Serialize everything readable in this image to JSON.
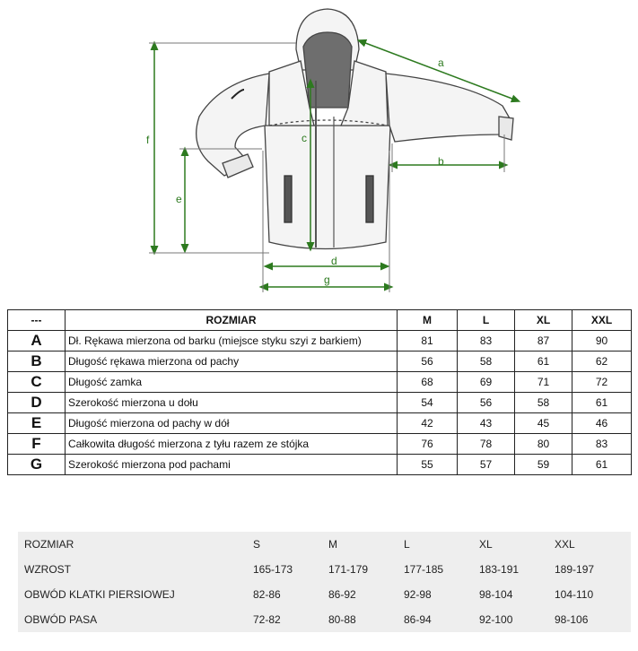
{
  "diagram": {
    "labels": {
      "a": "a",
      "b": "b",
      "c": "c",
      "d": "d",
      "e": "e",
      "f": "f",
      "g": "g"
    },
    "line_color": "#2d7a1f"
  },
  "size_table": {
    "headers": [
      "---",
      "ROZMIAR",
      "M",
      "L",
      "XL",
      "XXL"
    ],
    "rows": [
      {
        "letter": "A",
        "desc": "Dł. Rękawa mierzona od barku (miejsce styku szyi z barkiem)",
        "values": [
          "81",
          "83",
          "87",
          "90"
        ]
      },
      {
        "letter": "B",
        "desc": "Długość rękawa mierzona od pachy",
        "values": [
          "56",
          "58",
          "61",
          "62"
        ]
      },
      {
        "letter": "C",
        "desc": "Długość zamka",
        "values": [
          "68",
          "69",
          "71",
          "72"
        ]
      },
      {
        "letter": "D",
        "desc": "Szerokość mierzona u dołu",
        "values": [
          "54",
          "56",
          "58",
          "61"
        ]
      },
      {
        "letter": "E",
        "desc": "Długość mierzona od pachy w dół",
        "values": [
          "42",
          "43",
          "45",
          "46"
        ]
      },
      {
        "letter": "F",
        "desc": "Całkowita długość mierzona z tyłu razem ze stójka",
        "values": [
          "76",
          "78",
          "80",
          "83"
        ]
      },
      {
        "letter": "G",
        "desc": "Szerokość mierzona pod pachami",
        "values": [
          "55",
          "57",
          "59",
          "61"
        ]
      }
    ]
  },
  "body_table": {
    "headers": [
      "ROZMIAR",
      "S",
      "M",
      "L",
      "XL",
      "XXL"
    ],
    "rows": [
      [
        "WZROST",
        "165-173",
        "171-179",
        "177-185",
        "183-191",
        "189-197"
      ],
      [
        "OBWÓD KLATKI PIERSIOWEJ",
        "82-86",
        "86-92",
        "92-98",
        "98-104",
        "104-110"
      ],
      [
        "OBWÓD PASA",
        "72-82",
        "80-88",
        "86-94",
        "92-100",
        "98-106"
      ]
    ]
  }
}
